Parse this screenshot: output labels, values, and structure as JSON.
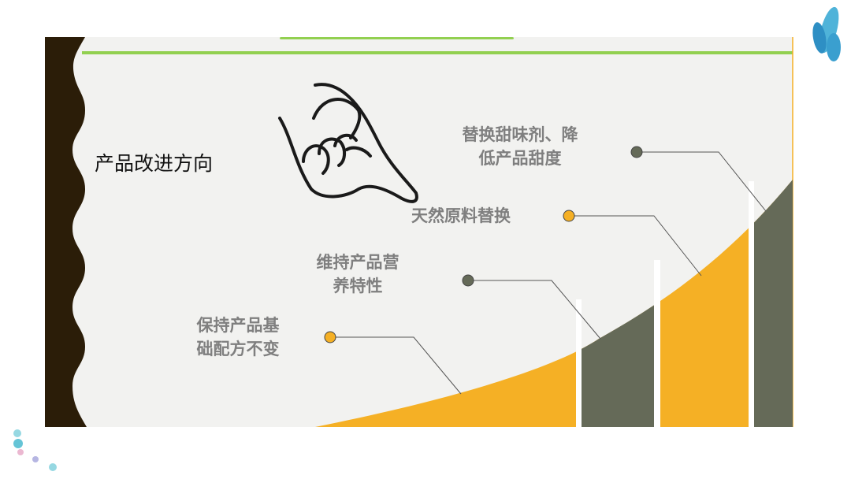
{
  "slide": {
    "title": "产品改进方向",
    "steps": [
      {
        "line1": "保持产品基",
        "line2": "础配方不变",
        "dot_color": "#f5b025"
      },
      {
        "line1": "维持产品营",
        "line2": "养特性",
        "dot_color": "#646b58"
      },
      {
        "line1": "天然原料替换",
        "line2": "",
        "dot_color": "#f5b025"
      },
      {
        "line1": "替换甜味剂、降",
        "line2": "低产品甜度",
        "dot_color": "#646b58"
      }
    ]
  },
  "colors": {
    "orange": "#f5b025",
    "gray": "#656a58",
    "green": "#92d050",
    "brown": "#2b1d08",
    "panel": "#f2f2f0"
  }
}
